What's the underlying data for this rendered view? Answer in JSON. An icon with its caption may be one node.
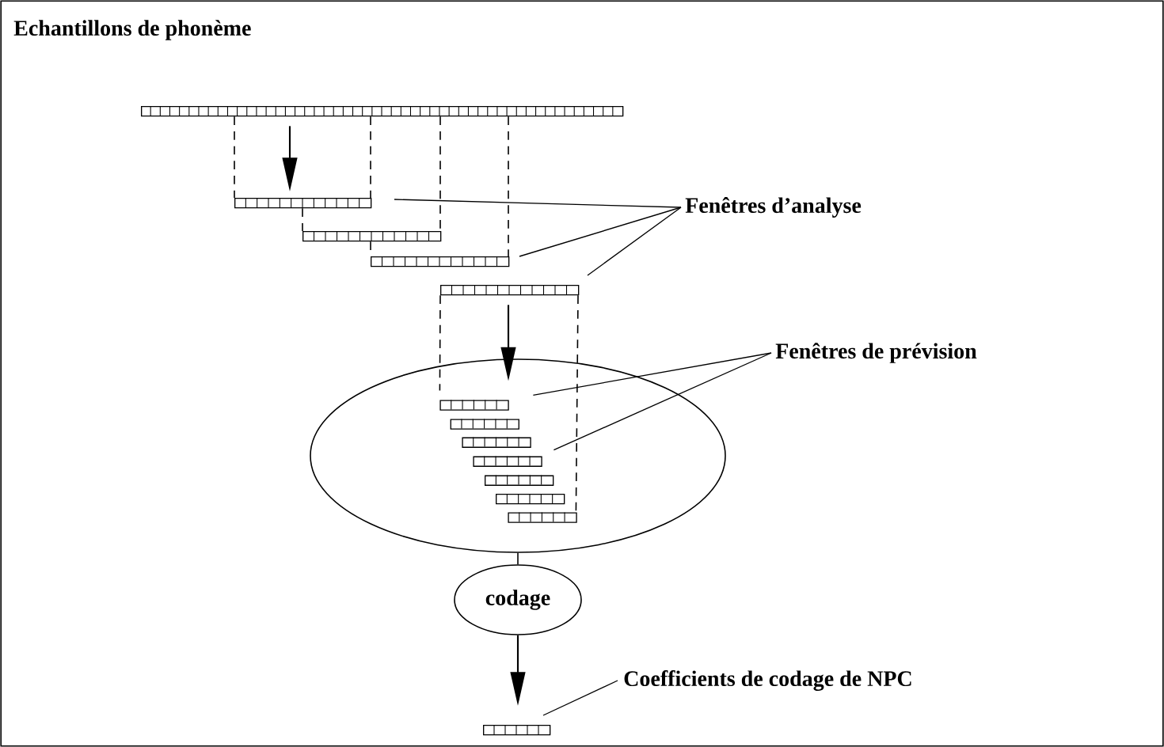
{
  "diagram": {
    "title": "Echantillons de phonème",
    "nodes": [
      {
        "text": [],
        "shape": "bar"
      },
      {
        "text": [],
        "shape": "bar"
      },
      {
        "text": [],
        "shape": "bar"
      },
      {
        "text": [],
        "shape": "bar"
      },
      {
        "text": [],
        "shape": "bar"
      },
      {
        "text": [
          "Fenêtres d’analyse"
        ]
      },
      {
        "text": [],
        "shape": "ellipse"
      },
      {
        "text": [],
        "shape": "bar",
        "in": 6
      },
      {
        "text": [],
        "shape": "bar",
        "in": 6
      },
      {
        "text": [],
        "shape": "bar",
        "in": 6
      },
      {
        "text": [],
        "shape": "bar",
        "in": 6
      },
      {
        "text": [],
        "shape": "bar",
        "in": 6
      },
      {
        "text": [],
        "shape": "bar",
        "in": 6
      },
      {
        "text": [],
        "shape": "bar",
        "in": 6
      },
      {
        "text": [
          "Fenêtres de prévision"
        ]
      },
      {
        "text": [
          "codage"
        ]
      },
      {
        "text": [],
        "shape": "bar"
      },
      {
        "text": [
          "Coefficients de codage de NPC"
        ]
      }
    ],
    "edges": [
      {
        "from": 0,
        "to": 1,
        "arrow": "to"
      },
      {
        "from": 0,
        "to": 1,
        "arrow": "none",
        "style": "dashed"
      },
      {
        "from": 0,
        "to": 1,
        "arrow": "none",
        "style": "dashed"
      },
      {
        "from": 0,
        "to": 2,
        "arrow": "none",
        "style": "dashed"
      },
      {
        "from": 0,
        "to": 3,
        "arrow": "none",
        "style": "dashed"
      },
      {
        "from": 1,
        "to": 2,
        "arrow": "none",
        "style": "dashed"
      },
      {
        "from": 2,
        "to": 3,
        "arrow": "none",
        "style": "dashed"
      },
      {
        "from": 5,
        "to": 1,
        "arrow": "none"
      },
      {
        "from": 5,
        "to": 3,
        "arrow": "none"
      },
      {
        "from": 5,
        "to": 4,
        "arrow": "none"
      },
      {
        "from": 4,
        "to": 7,
        "arrow": "to"
      },
      {
        "from": 4,
        "to": 7,
        "arrow": "none",
        "style": "dashed"
      },
      {
        "from": 4,
        "to": 13,
        "arrow": "none",
        "style": "dashed"
      },
      {
        "from": 14,
        "to": 7,
        "arrow": "none"
      },
      {
        "from": 14,
        "to": 10,
        "arrow": "none"
      },
      {
        "from": 6,
        "to": 15,
        "arrow": "none"
      },
      {
        "from": 15,
        "to": 16,
        "arrow": "to"
      },
      {
        "from": 17,
        "to": 16,
        "arrow": "none"
      }
    ]
  }
}
